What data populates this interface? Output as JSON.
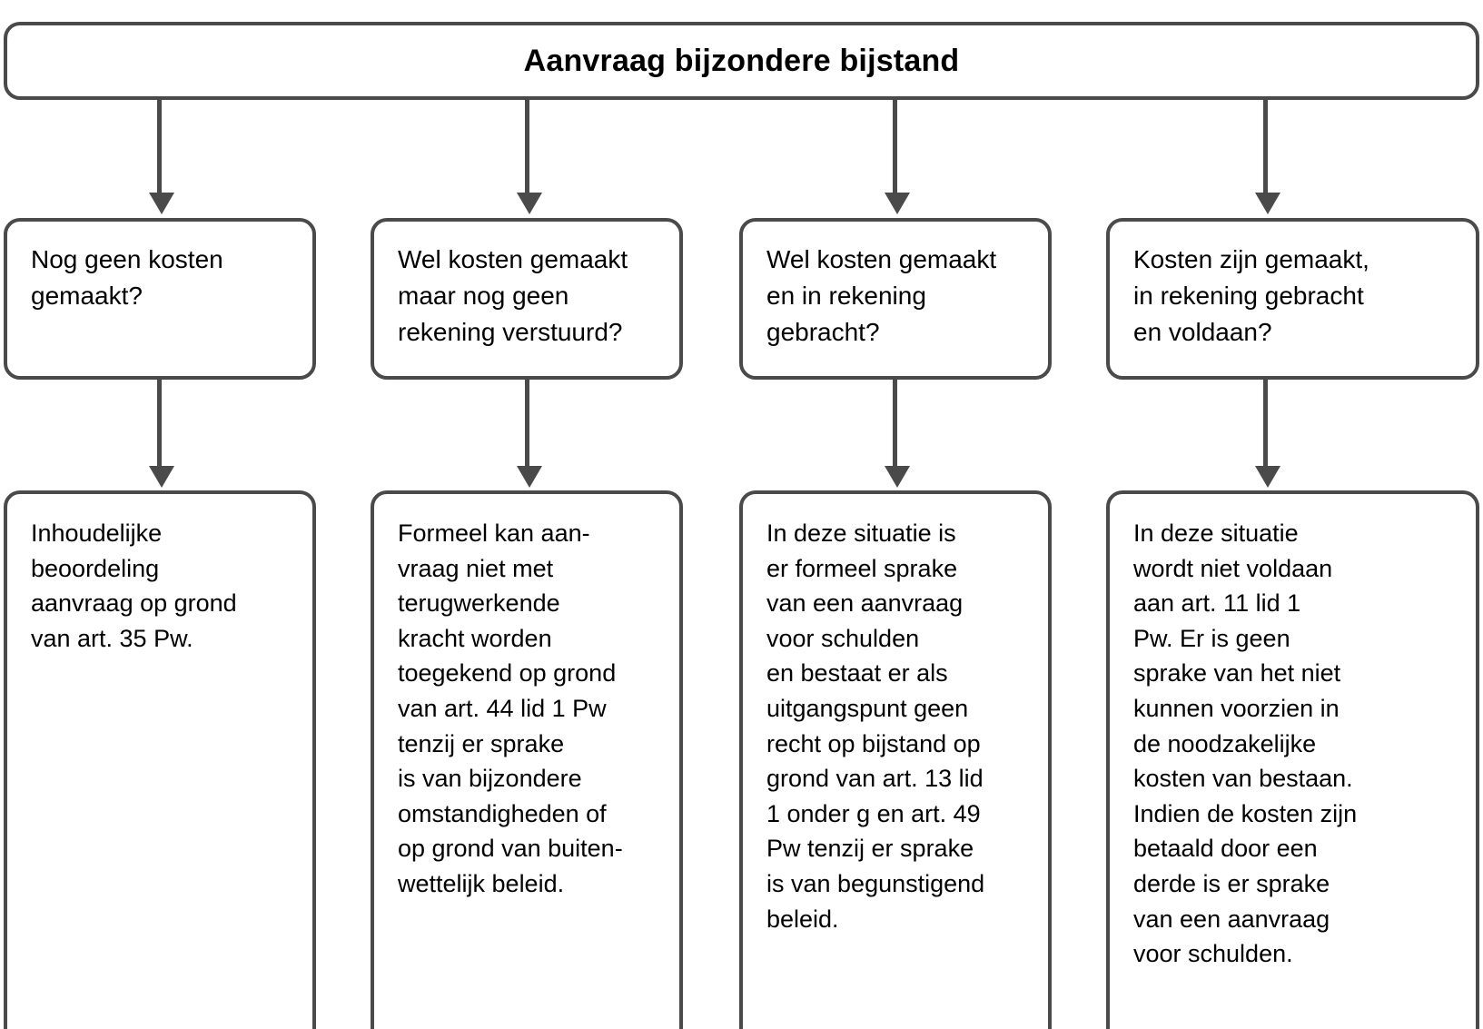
{
  "diagram": {
    "type": "flowchart",
    "language": "nl",
    "title": "Aanvraag bijzondere bijstand",
    "columns": [
      {
        "id": "col-1",
        "decision": "Nog geen kosten\ngemaakt?",
        "result": "Inhoudelijke\nbeoordeling\naanvraag op grond\nvan art. 35 Pw."
      },
      {
        "id": "col-2",
        "decision": "Wel kosten gemaakt\nmaar nog geen\nrekening verstuurd?",
        "result": "Formeel kan aan-\nvraag niet met\nterugwerkende\nkracht worden\ntoegekend op grond\nvan art. 44 lid 1 Pw\ntenzij er sprake\nis van bijzondere\nomstandigheden of\nop grond van buiten-\nwettelijk beleid."
      },
      {
        "id": "col-3",
        "decision": "Wel kosten gemaakt\nen in rekening\ngebracht?",
        "result": "In deze situatie is\ner formeel sprake\nvan een aanvraag\nvoor schulden\nen bestaat er als\nuitgangspunt geen\nrecht op bijstand op\ngrond van art. 13 lid\n1 onder g en art. 49\nPw tenzij er sprake\nis van begunstigend\nbeleid."
      },
      {
        "id": "col-4",
        "decision": "Kosten zijn gemaakt,\nin rekening gebracht\nen voldaan?",
        "result": "In deze situatie\nwordt niet voldaan\naan art. 11 lid 1\nPw. Er is geen\nsprake van het niet\nkunnen voorzien in\nde noodzakelijke\nkosten van bestaan.\nIndien de kosten zijn\nbetaald door een\nderde is er sprake\nvan een aanvraag\nvoor schulden."
      }
    ],
    "colors": {
      "border": "#4a4a4a",
      "connector": "#4a4a4a",
      "text": "#000000",
      "background": "#ffffff"
    }
  }
}
